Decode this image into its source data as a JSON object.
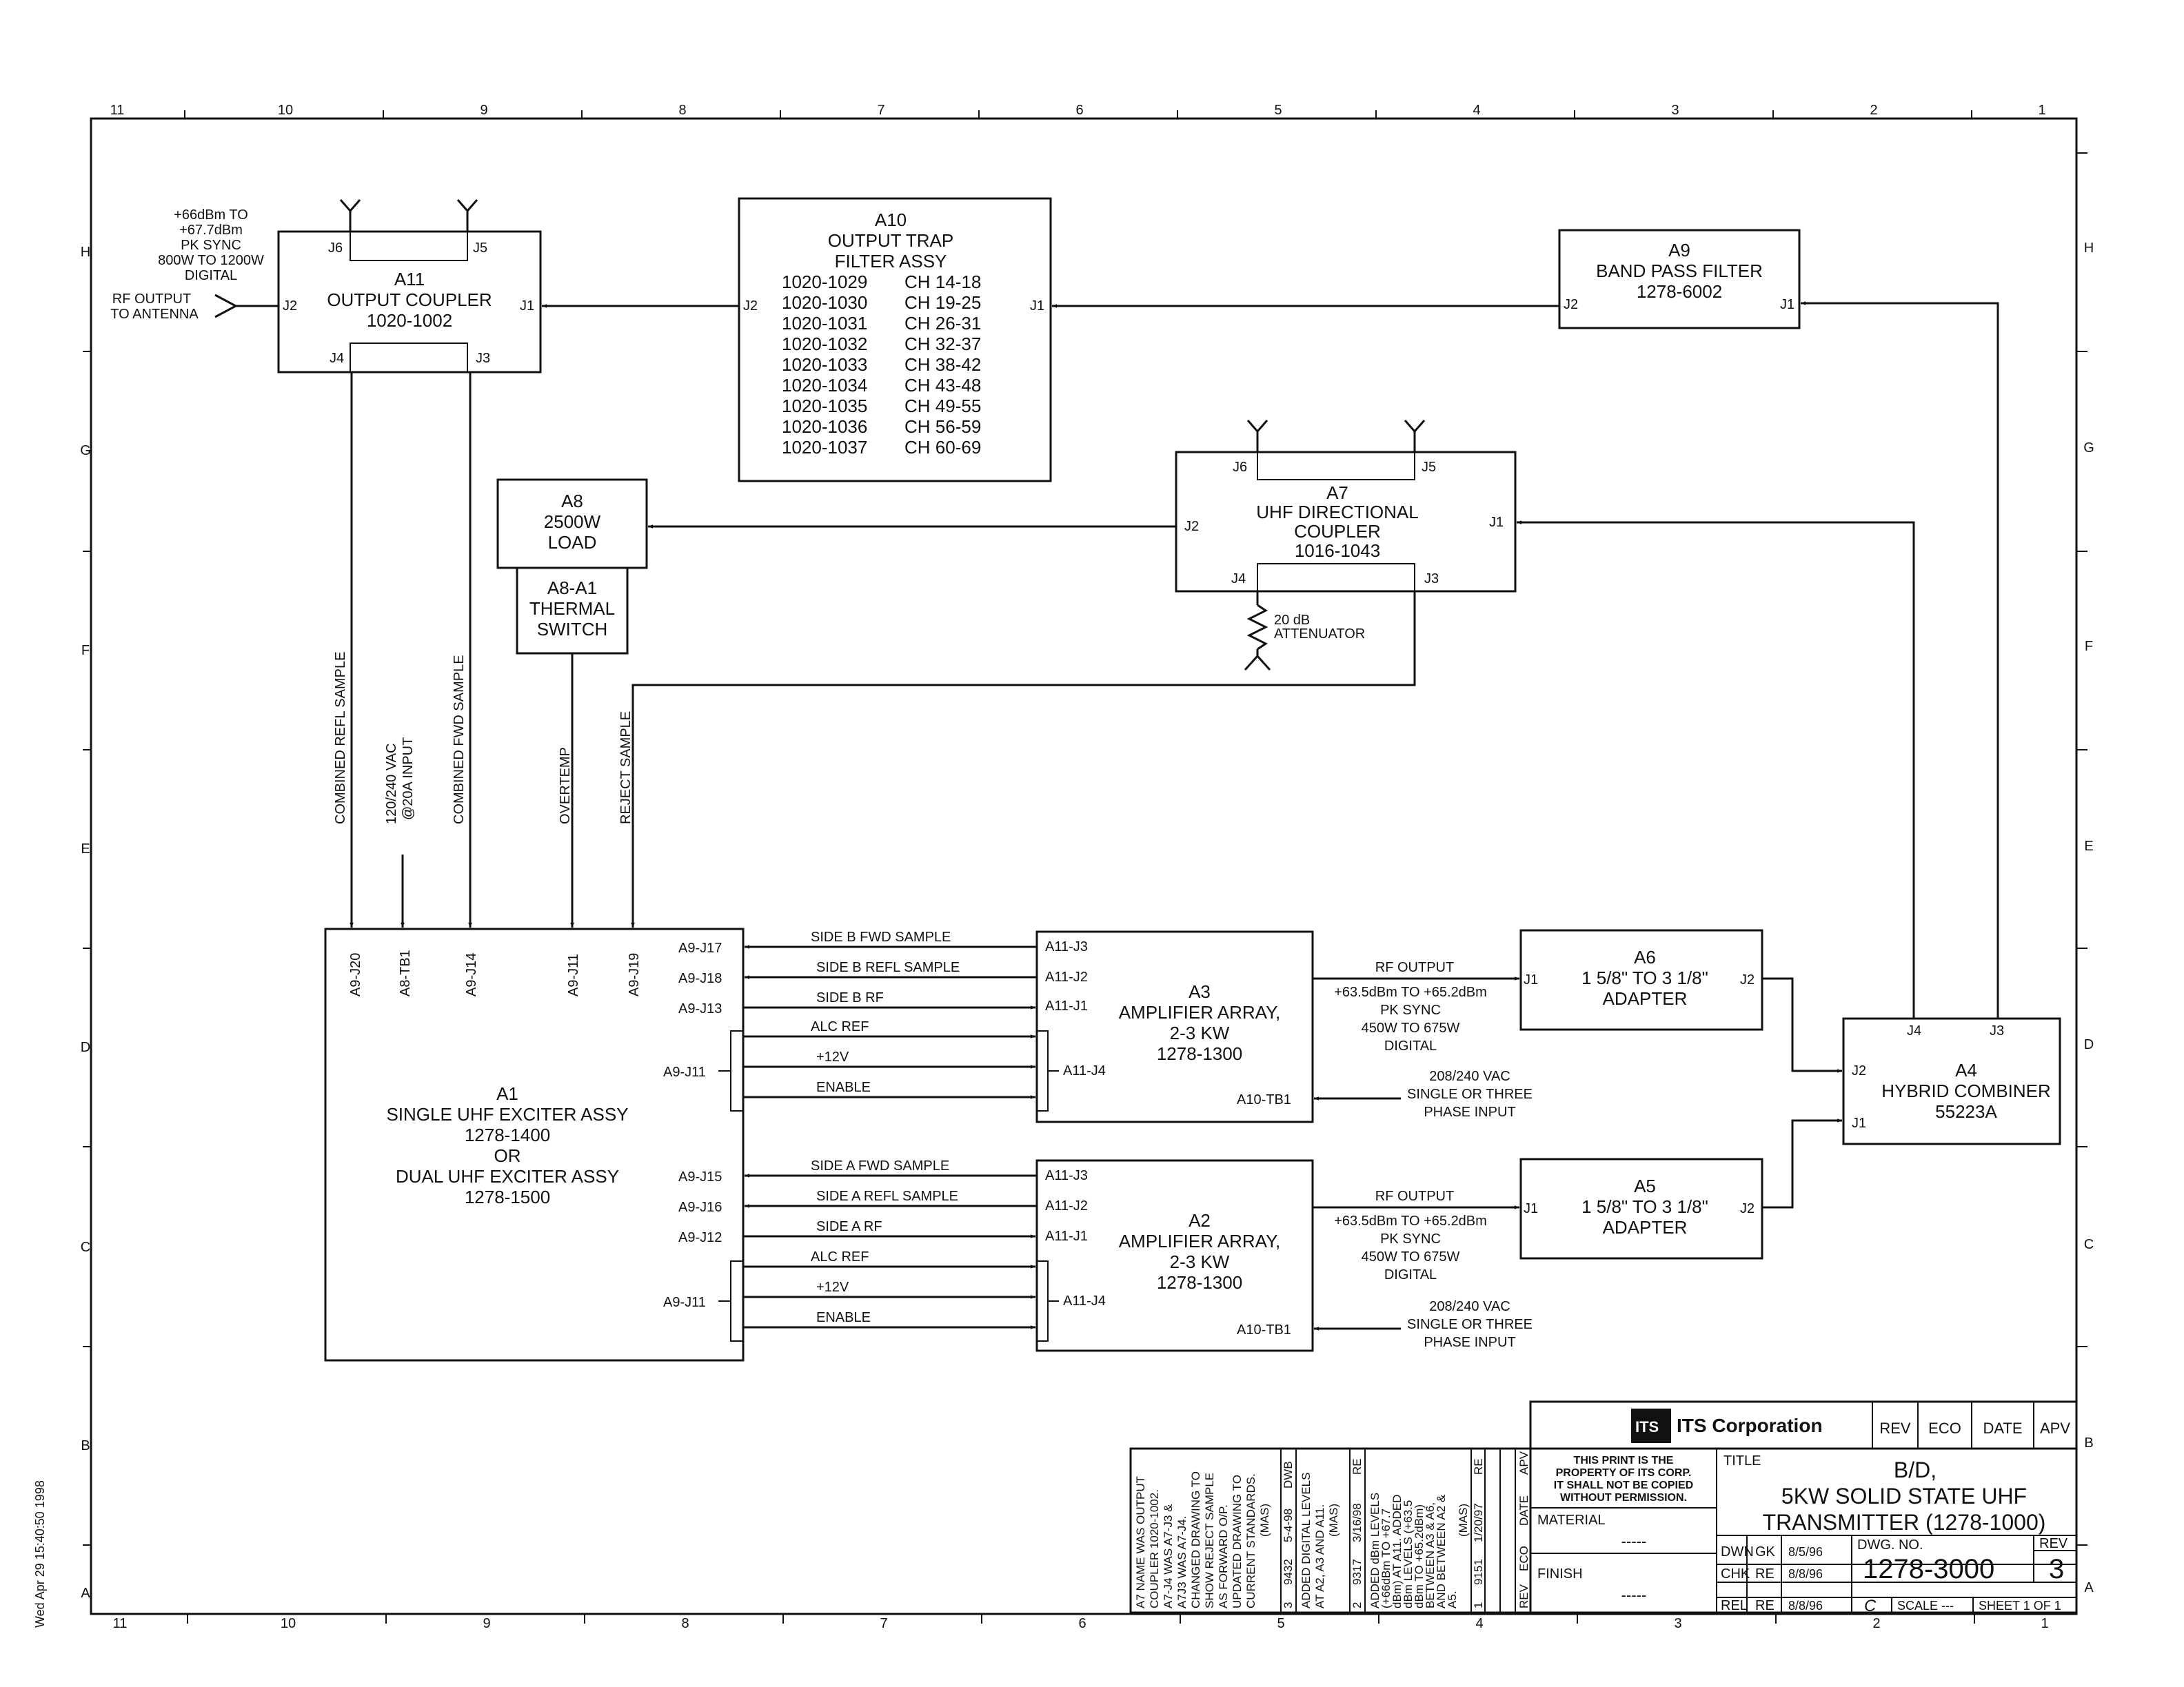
{
  "frame": {
    "cols_top": [
      "11",
      "10",
      "9",
      "8",
      "7",
      "6",
      "5",
      "4",
      "3",
      "2",
      "1"
    ],
    "cols_bottom": [
      "11",
      "10",
      "9",
      "8",
      "7",
      "6",
      "5",
      "4",
      "3",
      "2",
      "1"
    ],
    "rows": [
      "H",
      "G",
      "F",
      "E",
      "D",
      "C",
      "B",
      "A"
    ]
  },
  "side_stamp": "Wed Apr 29 15:40:50 1998",
  "antenna_note": [
    "+66dBm TO",
    "+67.7dBm",
    "PK SYNC",
    "800W TO 1200W",
    "DIGITAL"
  ],
  "rf_output_label": [
    "RF OUTPUT",
    "TO ANTENNA"
  ],
  "blocks": {
    "a11": {
      "lines": [
        "A11",
        "OUTPUT COUPLER",
        "1020-1002"
      ],
      "ports": {
        "j6": "J6",
        "j5": "J5",
        "j2": "J2",
        "j1": "J1",
        "j4": "J4",
        "j3": "J3"
      }
    },
    "a10": {
      "lines": [
        "A10",
        "OUTPUT TRAP",
        "FILTER ASSY"
      ],
      "table": [
        [
          "1020-1029",
          "CH 14-18"
        ],
        [
          "1020-1030",
          "CH 19-25"
        ],
        [
          "1020-1031",
          "CH 26-31"
        ],
        [
          "1020-1032",
          "CH 32-37"
        ],
        [
          "1020-1033",
          "CH 38-42"
        ],
        [
          "1020-1034",
          "CH 43-48"
        ],
        [
          "1020-1035",
          "CH 49-55"
        ],
        [
          "1020-1036",
          "CH 56-59"
        ],
        [
          "1020-1037",
          "CH 60-69"
        ]
      ],
      "ports": {
        "j2": "J2",
        "j1": "J1"
      }
    },
    "a9": {
      "lines": [
        "A9",
        "BAND PASS FILTER",
        "1278-6002"
      ],
      "ports": {
        "j2": "J2",
        "j1": "J1"
      }
    },
    "a8": {
      "lines": [
        "A8",
        "2500W",
        "LOAD"
      ]
    },
    "a8a1": {
      "lines": [
        "A8-A1",
        "THERMAL",
        "SWITCH"
      ]
    },
    "a7": {
      "lines": [
        "A7",
        "UHF DIRECTIONAL",
        "COUPLER",
        "1016-1043"
      ],
      "ports": {
        "j6": "J6",
        "j5": "J5",
        "j2": "J2",
        "j1": "J1",
        "j4": "J4",
        "j3": "J3"
      }
    },
    "a1": {
      "lines": [
        "A1",
        "SINGLE UHF EXCITER ASSY",
        "1278-1400",
        "OR",
        "DUAL UHF EXCITER ASSY",
        "1278-1500"
      ],
      "top_ports": [
        "A9-J20",
        "A8-TB1",
        "A9-J14",
        "A9-J11",
        "A9-J19"
      ]
    },
    "a3": {
      "lines": [
        "A3",
        "AMPLIFIER ARRAY,",
        "2-3 KW",
        "1278-1300"
      ],
      "ports": [
        "A11-J3",
        "A11-J2",
        "A11-J1",
        "A11-J4",
        "A10-TB1"
      ]
    },
    "a2": {
      "lines": [
        "A2",
        "AMPLIFIER ARRAY,",
        "2-3 KW",
        "1278-1300"
      ],
      "ports": [
        "A11-J3",
        "A11-J2",
        "A11-J1",
        "A11-J4",
        "A10-TB1"
      ]
    },
    "a6": {
      "lines": [
        "A6",
        "1 5/8\" TO 3 1/8\"",
        "ADAPTER"
      ],
      "ports": {
        "j1": "J1",
        "j2": "J2"
      }
    },
    "a5": {
      "lines": [
        "A5",
        "1 5/8\" TO 3 1/8\"",
        "ADAPTER"
      ],
      "ports": {
        "j1": "J1",
        "j2": "J2"
      }
    },
    "a4": {
      "lines": [
        "A4",
        "HYBRID COMBINER",
        "55223A"
      ],
      "ports": {
        "j4": "J4",
        "j3": "J3",
        "j2": "J2",
        "j1": "J1"
      }
    }
  },
  "attenuator": [
    "20 dB",
    "ATTENUATOR"
  ],
  "vertical_signals": [
    "COMBINED REFL SAMPLE",
    "120/240 VAC",
    "@20A INPUT",
    "COMBINED FWD SAMPLE",
    "OVERTEMP",
    "REJECT SAMPLE"
  ],
  "side_b": {
    "a1_ports": [
      "A9-J17",
      "A9-J18",
      "A9-J13",
      "A9-J11"
    ],
    "signals": [
      "SIDE B FWD SAMPLE",
      "SIDE B REFL SAMPLE",
      "SIDE B RF",
      "ALC REF",
      "+12V",
      "ENABLE"
    ],
    "rf_output": [
      "RF OUTPUT",
      "+63.5dBm TO +65.2dBm",
      "PK SYNC",
      "450W TO 675W",
      "DIGITAL"
    ],
    "ac_input": [
      "208/240 VAC",
      "SINGLE OR THREE",
      "PHASE INPUT"
    ]
  },
  "side_a": {
    "a1_ports": [
      "A9-J15",
      "A9-J16",
      "A9-J12",
      "A9-J11"
    ],
    "signals": [
      "SIDE A FWD SAMPLE",
      "SIDE A REFL SAMPLE",
      "SIDE A RF",
      "ALC REF",
      "+12V",
      "ENABLE"
    ],
    "rf_output": [
      "RF OUTPUT",
      "+63.5dBm TO +65.2dBm",
      "PK SYNC",
      "450W TO 675W",
      "DIGITAL"
    ],
    "ac_input": [
      "208/240 VAC",
      "SINGLE OR THREE",
      "PHASE INPUT"
    ]
  },
  "revisions": {
    "headers": [
      "REV",
      "ECO",
      "DATE",
      "APV"
    ],
    "rows": [
      {
        "rev": "3",
        "eco": "9432",
        "date": "5-4-98",
        "apv": "DWB",
        "text": [
          "A7 NAME WAS OUTPUT",
          "COUPLER 1020-1002.",
          "A7-J4 WAS A7-J3 &",
          "A7J3 WAS A7-J4.",
          "CHANGED DRAWING TO",
          "SHOW REJECT SAMPLE",
          "AS FORWARD O/P.",
          "UPDATED DRAWING TO",
          "CURRENT STANDARDS.",
          "(MAS)"
        ]
      },
      {
        "rev": "2",
        "eco": "9317",
        "date": "3/16/98",
        "apv": "RE",
        "text": [
          "ADDED DIGITAL LEVELS",
          "AT A2, A3 AND A11.",
          "(MAS)"
        ]
      },
      {
        "rev": "1",
        "eco": "9151",
        "date": "1/20/97",
        "apv": "RE",
        "text": [
          "ADDED dBm LEVELS",
          "(+66dBm TO +67.7",
          "dBm) AT A11. ADDED",
          "dBm LEVELS (+63.5",
          "dBm TO +65.2dBm)",
          "BETWEEN A3 & A6,",
          "AND BETWEEN A2 &",
          "A5.",
          "(MAS)"
        ]
      }
    ]
  },
  "title_block": {
    "company": "ITS Corporation",
    "logo_text": "ITS",
    "rev_headers": [
      "REV",
      "ECO",
      "DATE",
      "APV"
    ],
    "notice": [
      "THIS PRINT IS THE",
      "PROPERTY OF ITS CORP.",
      "IT SHALL NOT BE COPIED",
      "WITHOUT PERMISSION."
    ],
    "title_label": "TITLE",
    "title": [
      "B/D,",
      "5KW SOLID STATE UHF",
      "TRANSMITTER (1278-1000)"
    ],
    "material_label": "MATERIAL",
    "material_value": "-----",
    "finish_label": "FINISH",
    "finish_value": "-----",
    "people": [
      [
        "DWN",
        "GK",
        "8/5/96"
      ],
      [
        "CHK",
        "RE",
        "8/8/96"
      ],
      [
        "REL",
        "RE",
        "8/8/96"
      ]
    ],
    "dwg_no_label": "DWG. NO.",
    "dwg_no": "1278-3000",
    "rev_label": "REV",
    "rev": "3",
    "size": "C",
    "scale": "SCALE ---",
    "sheet": "SHEET 1 OF 1"
  }
}
